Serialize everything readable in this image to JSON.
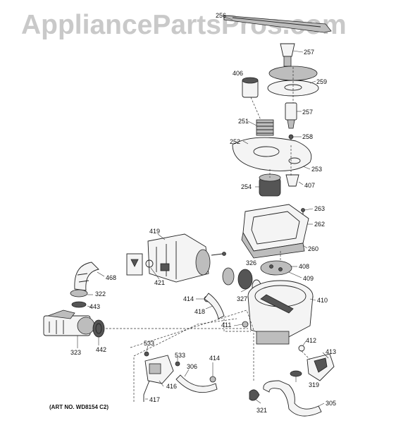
{
  "watermark": "AppliancePartsPros.com",
  "art_number": "(ART NO. WD8154 C2)",
  "parts": {
    "p256": "256",
    "p257a": "257",
    "p406": "406",
    "p259": "259",
    "p257b": "257",
    "p251": "251",
    "p258": "258",
    "p252": "252",
    "p253": "253",
    "p254": "254",
    "p407": "407",
    "p263": "263",
    "p262": "262",
    "p419": "419",
    "p260": "260",
    "p468": "468",
    "p326": "326",
    "p408": "408",
    "p421": "421",
    "p409": "409",
    "p322": "322",
    "p414a": "414",
    "p327": "327",
    "p410": "410",
    "p443": "443",
    "p418": "418",
    "p411": "411",
    "p412": "412",
    "p323": "323",
    "p442": "442",
    "p533a": "533",
    "p533b": "533",
    "p414b": "414",
    "p413": "413",
    "p306": "306",
    "p416": "416",
    "p319": "319",
    "p417": "417",
    "p305": "305",
    "p321": "321"
  }
}
